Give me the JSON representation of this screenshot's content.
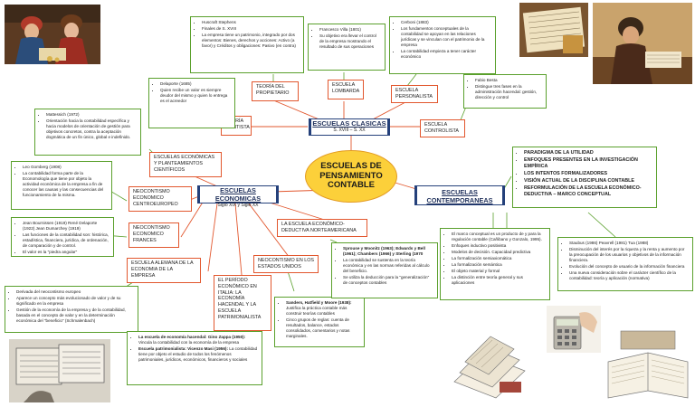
{
  "center": {
    "title": "ESCUELAS DE PENSAMIENTO CONTABLE"
  },
  "clasicas": {
    "title": "ESCUELAS CLASICAS",
    "subtitle": "S. XVIII – S. XX"
  },
  "economicas": {
    "title": "ESCUELAS ECONOMICAS",
    "subtitle": "Siglo XIX y Siglo XX"
  },
  "contemporaneas": {
    "title": "ESCUELAS CONTEMPORANEAS"
  },
  "red": {
    "propietario": "TEORÍA DEL PROPIETARIO",
    "lombarda": "ESCUELA LOMBARDA",
    "personalista": "ESCUELA PERSONALISTA",
    "contista": "TEORÍA CONTISTA",
    "controlista": "ESCUELA CONTROLISTA",
    "planteamientos": "ESCUELAS ECONÓMICAS Y PLANTEAMIENTOS CIENTÍFICOS",
    "centroeuropeo": "NEOCONTISMO ECONOMICO CENTROEUROPEO",
    "frances": "NEOCONTISMO ECONOMICO FRANCES",
    "alemana": "ESCUELA ALEMANA DE LA ECONOMIA DE LA EMPRESA",
    "italia": "EL PERÍODO ECONÓMICO EN ITALIA: LA ECONOMÍA HACENDAL Y LA ESCUELA PATRIMONIALISTA",
    "eeuu": "NEOCONTISMO EN LOS ESTADOS UNIDOS",
    "norteamericana": "LA ESCUELA ECONÓMICO-DEDUCTIVA NORTEAMERICANA"
  },
  "green": {
    "propietario": [
      "Huscraft Stephens",
      "Finales de S. XVIII",
      "La empresa tiene un patrimonio, integrado por dos elementos: Bienes, derechos y acciones: Activo (a favor) y Créditos y obligaciones: Pasivo (en contra)"
    ],
    "lombarda": [
      "Francesco Villa (1801)",
      "Su objetivo era llevar el control de la empresa mostrando el resultado de sus operaciones"
    ],
    "personalista": [
      "Cerboni (1883)",
      "Los fundamentos conceptuales de la contabilidad se apoyan en las relaciones jurídicas y se vinculan con el patrimonio de la empresa",
      "La contabilidad empieza a tener carácter económico"
    ],
    "contista": [
      "Delaporte (1685)",
      "Quien recibe un valor es siempre deudor del mismo y quien lo entrega es el acreedor"
    ],
    "controlista": [
      "Fabio Besta",
      "Distingue tres fases en la administración hacendal: gestión, dirección y control"
    ],
    "planteamientos": [
      "Mattessich (1972)",
      "Orientación hacia la contabilidad específica y hacia modelos de orientación de gestión para objetivos concretos, contra la aceptación dogmática de un fin único, global e indefinido."
    ],
    "centroeuropeo": [
      "Leo Gomberg (1908)",
      "La contabilidad forma parte de la Economología que tiene por objeto la actividad económica de la empresa a fin de conocer las causas y las consecuencias del funcionamiento de la misma."
    ],
    "frances": [
      "Jean Bournissen (1919) René Delaporte (1922) Jean Dumarchey (1919)",
      "Las funciones de la contabilidad son: histórica, estadística, financiera, jurídica, de ordenación, de comparación y de control.",
      "El valor es la \"piedra angular\""
    ],
    "alemana": [
      "Derivada del neocontismo europeo",
      "Aparece un concepto más evolucionado de valor y de su significado en la empresa",
      "Gestión de la economía de la empresa y de la contabilidad, basada en el concepto de valor y en la determinación económica del \"beneficio\" (Schmalenbach)"
    ],
    "italia": [
      {
        "b": "La escuela de economía hacendal: Gino Zappa (1950):",
        "t": " Vincula la contabilidad con la economía de la empresa"
      },
      {
        "b": "Escuela patrimonialista: Vicenzo Masi (1956):",
        "t": " La contabilidad tiene por objeto el estudio de todos los fenómenos patrimoniales, jurídicos, económicos, financieros y sociales"
      }
    ],
    "eeuu": [
      {
        "b": "Sanders, Hatfield y Moore (1938):",
        "t": " Justifica la práctica contable más construir teorías contables"
      },
      {
        "b": "",
        "t": "Cinco grupos de reglas: cuenta de resultados, balance, estados consolidados, comentarios y notas marginales."
      }
    ],
    "norteamericana": [
      {
        "b": "Sprouse y Moonitz (1963); Edwards y Bell (1961); Chambers (1966) y Sterling (1970",
        "t": ""
      },
      {
        "b": "",
        "t": "La contabilidad se sustenta en la teoría económica y en las normas referidas al cálculo del beneficio."
      },
      {
        "b": "",
        "t": "Se utiliza la deducción para la \"generalización\" de conceptos contables"
      }
    ],
    "contemporaneas": [
      "PARADIGMA DE LA UTILIDAD",
      "ENFOQUES PRESENTES EN LA INVESTIGACIÓN EMPÍRICA",
      "LOS INTENTOS FORMALIZADORES",
      "VISIÓN ACTUAL DE LA DISCIPLINA CONTABLE",
      "REFORMULACIÓN DE LA ESCUELA ECONÓMICO-DEDUCTIVA – MARCO CONCEPTUAL"
    ],
    "marco": [
      "El marco conceptual es un producto de y para la regulación contable (Cañibano y Gonzalo, 1995).",
      "Enfoques inductivo positivista",
      "Modelos de decisión. Capacidad predictiva",
      "La formalización semiaxiomática",
      "La formalización semántica",
      "El objeto material y formal",
      "La distinción entre teoría general y sus aplicaciones"
    ],
    "staubus": [
      "Staubus (1986) Peavrell (1981) Tua (1988)",
      "Disminución del interés por la riqueza y la renta y aumento por la preocupación de los usuarios y objetivos de la información financiera.",
      "Evolución del concepto de usuario de la información financiera",
      "Una nueva consideración sobre el carácter científico de la contabilidad: teoría y aplicación (normativa)"
    ]
  },
  "photos": [
    {
      "name": "medieval-bankers-painting-photo"
    },
    {
      "name": "accounting-ledger-photo"
    },
    {
      "name": "scribe-writing-photo"
    },
    {
      "name": "shipping-ledgers-photo"
    },
    {
      "name": "books-pile-photo"
    },
    {
      "name": "calculator-hand-photo"
    },
    {
      "name": "open-ledger-books-photo"
    }
  ],
  "colors": {
    "center": "#fcd03a",
    "red_border": "#e2572e",
    "green_border": "#5aa02c",
    "blue_border": "#24407a",
    "lines": "#e2572e"
  }
}
